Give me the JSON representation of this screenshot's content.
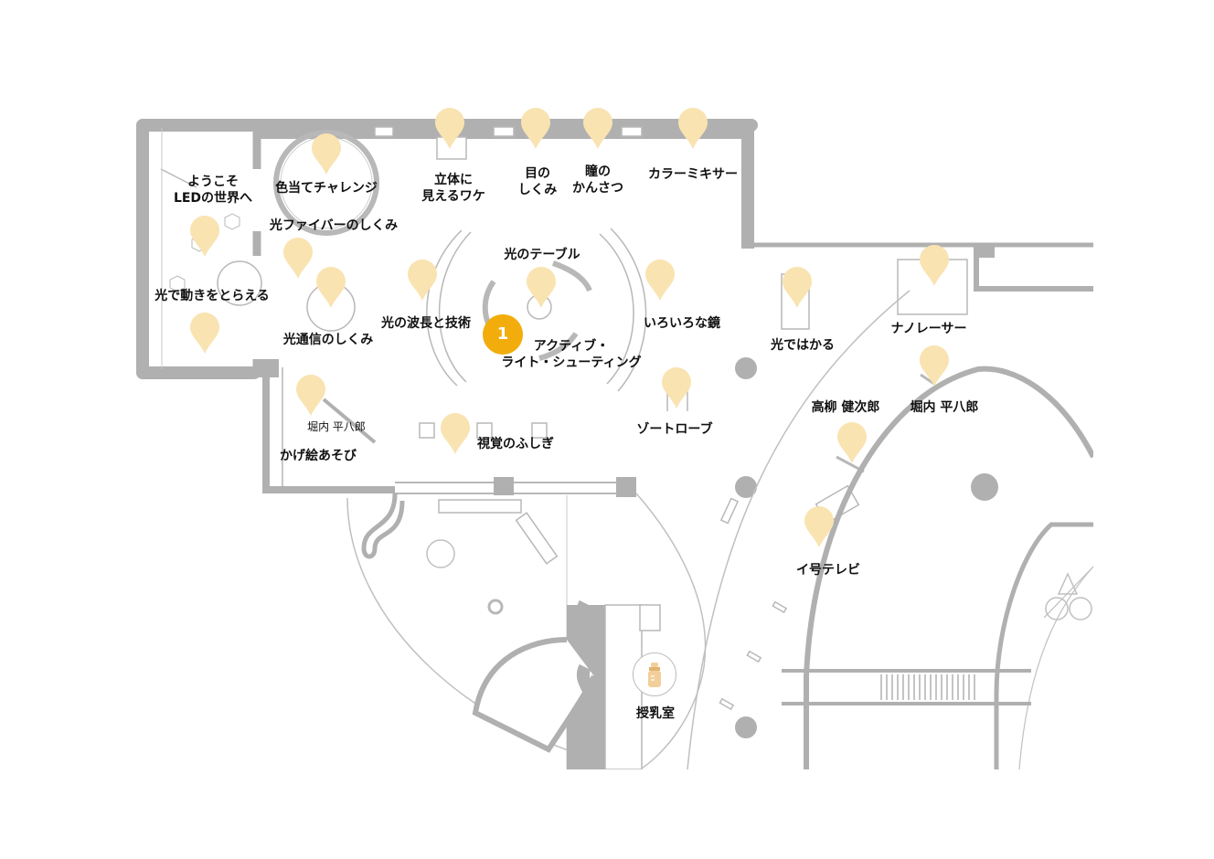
{
  "colors": {
    "wall": "#b0b0b0",
    "line": "#b8b8b8",
    "pin": "#f9e3b1",
    "badge": "#f2ad0c"
  },
  "map": {
    "marker_icon": "map-pin-icon",
    "nursing_icon": "baby-bottle-icon"
  },
  "labels": {
    "welcome": "ようこそ\nLEDの世界へ",
    "color_challenge": "色当てチャレンジ",
    "optical_fiber": "光ファイバーのしくみ",
    "stereo": "立体に\n見えるワケ",
    "eye": "目の\nしくみ",
    "pupil": "瞳の\nかんさつ",
    "color_mixer": "カラーミキサー",
    "motion_capture": "光で動きをとらえる",
    "light_table": "光のテーブル",
    "wavelength": "光の波長と技術",
    "active_light": "アクティブ・\nライト・シューティング",
    "mirrors": "いろいろな鏡",
    "optical_comm": "光通信のしくみ",
    "measure_light": "光ではかる",
    "nano_laser": "ナノレーサー",
    "horiuchi_small": "堀内 平八郎",
    "shadow_play": "かげ絵あそび",
    "visual_wonder": "視覚のふしぎ",
    "zoetrope": "ゾートローブ",
    "takayanagi": "高柳 健次郎",
    "horiuchi": "堀内 平八郎",
    "tv": "イ号テレビ",
    "nursing_room": "授乳室"
  },
  "badge": {
    "number": "1"
  }
}
